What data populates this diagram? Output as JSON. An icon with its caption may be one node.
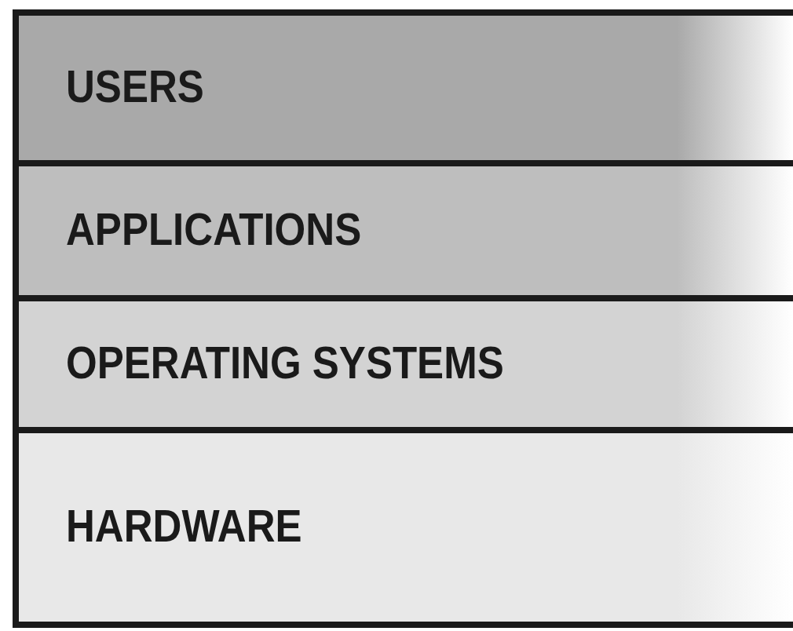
{
  "diagram": {
    "nodes": [
      {
        "text": [
          "USERS"
        ]
      },
      {
        "text": [
          "APPLICATIONS"
        ]
      },
      {
        "text": [
          "OPERATING SYSTEMS"
        ]
      },
      {
        "text": [
          "HARDWARE"
        ]
      }
    ]
  }
}
